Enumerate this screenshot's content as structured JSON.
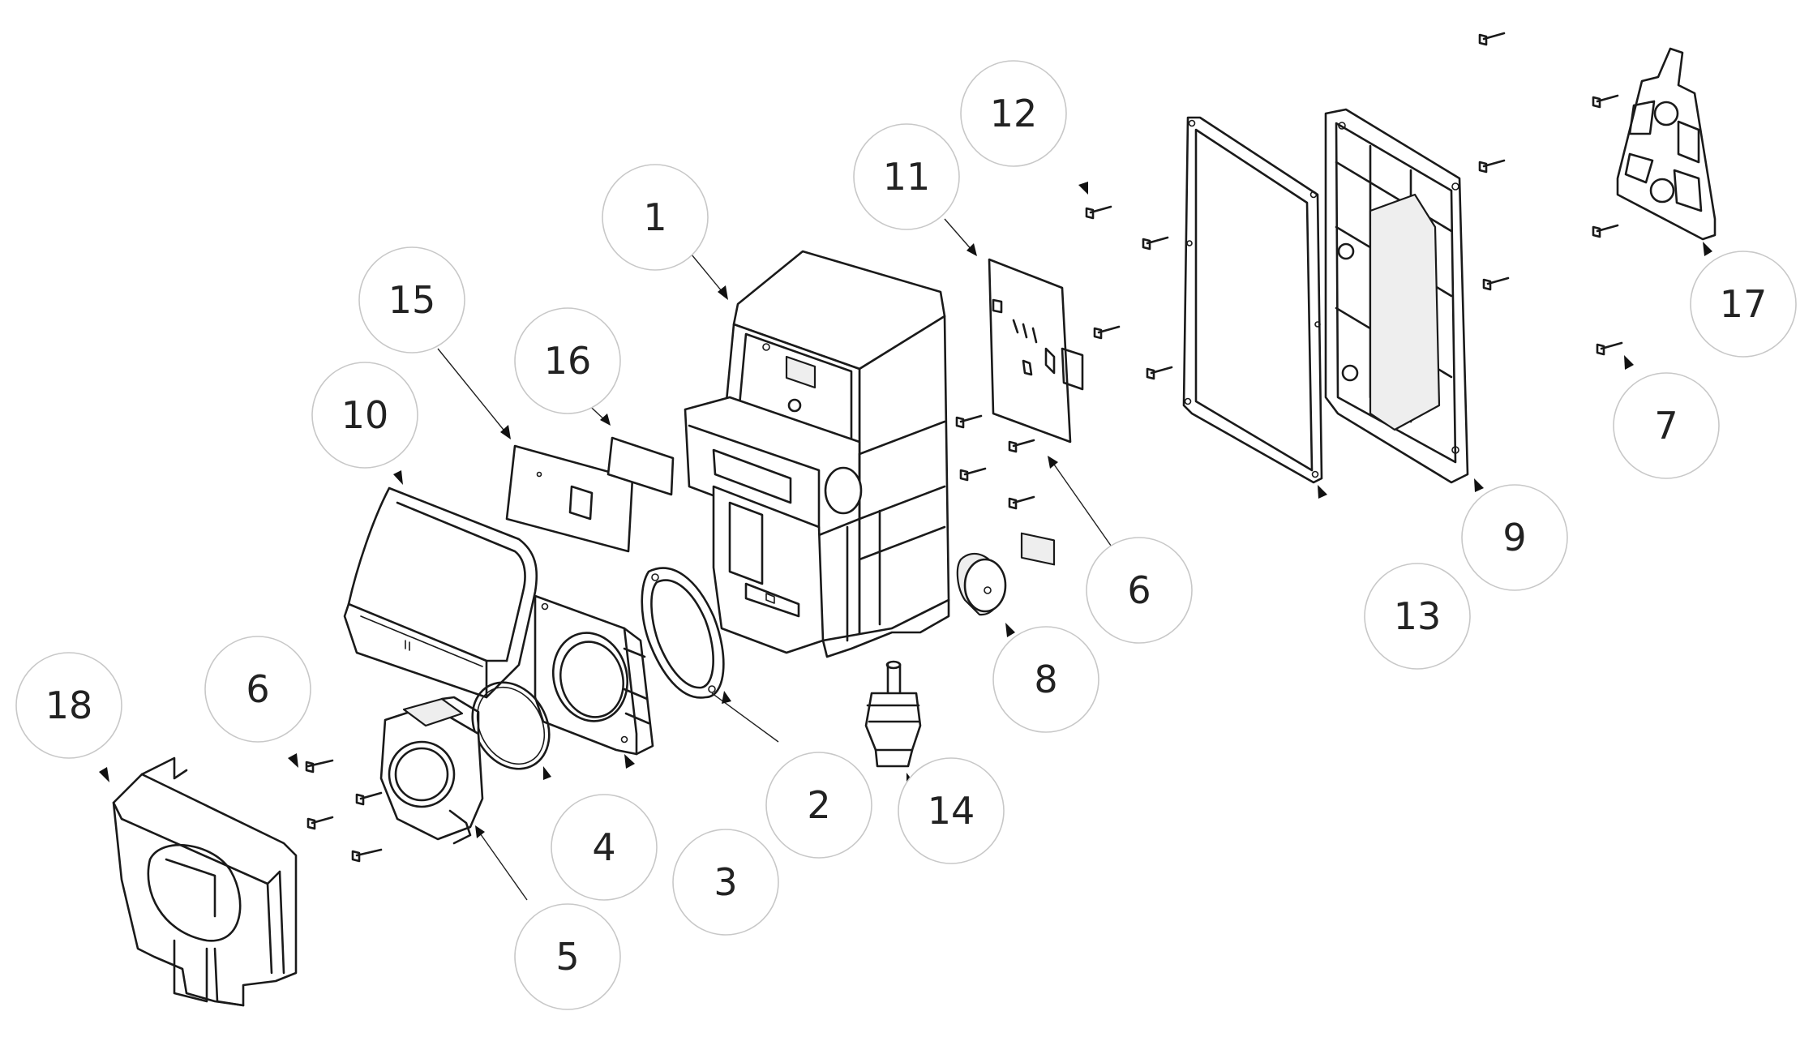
{
  "callouts": [
    {
      "label": "1"
    },
    {
      "label": "2"
    },
    {
      "label": "3"
    },
    {
      "label": "4"
    },
    {
      "label": "5"
    },
    {
      "label": "6"
    },
    {
      "label": "6"
    },
    {
      "label": "7"
    },
    {
      "label": "8"
    },
    {
      "label": "9"
    },
    {
      "label": "10"
    },
    {
      "label": "11"
    },
    {
      "label": "12"
    },
    {
      "label": "13"
    },
    {
      "label": "14"
    },
    {
      "label": "15"
    },
    {
      "label": "16"
    },
    {
      "label": "17"
    },
    {
      "label": "18"
    }
  ]
}
